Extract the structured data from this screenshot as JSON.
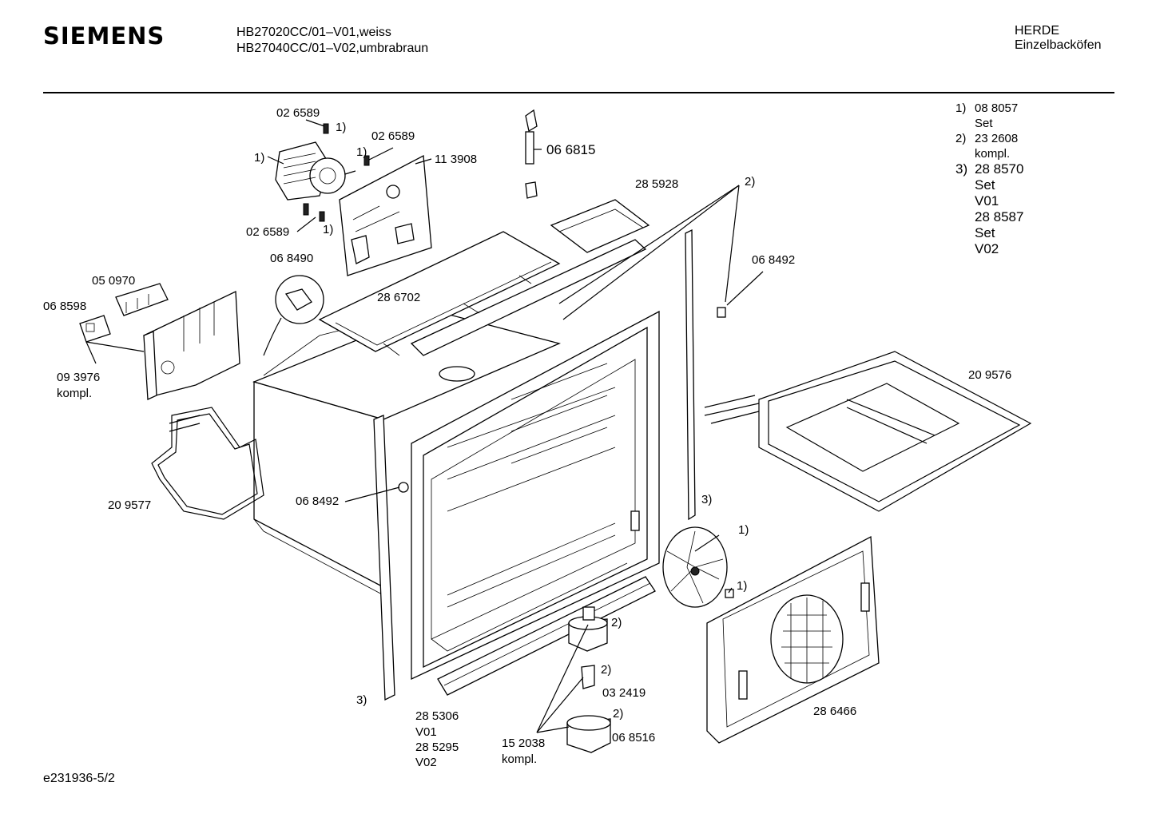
{
  "header": {
    "brand": "SIEMENS",
    "model_1": "HB27020CC/01–V01,weiss",
    "model_2": "HB27040CC/01–V02,umbrabraun",
    "category_1": "HERDE",
    "category_2": "Einzelbacköfen"
  },
  "notes": {
    "n1_num": "1)",
    "n1_part": "08 8057",
    "n1_desc": "Set",
    "n2_num": "2)",
    "n2_part": "23 2608",
    "n2_desc": "kompl.",
    "n3_num": "3)",
    "n3_part": "28 8570",
    "n3_desc1": "Set",
    "n3_desc2": "V01",
    "n3_part_b": "28 8587",
    "n3_desc3": "Set",
    "n3_desc4": "V02"
  },
  "labels": {
    "p026589_a": "02 6589",
    "p026589_b": "02 6589",
    "p026589_c": "02 6589",
    "p113908": "11 3908",
    "p066815": "06 6815",
    "p285928": "28 5928",
    "p068490": "06 8490",
    "p286702": "28 6702",
    "p050970": "05 0970",
    "p068598": "06 8598",
    "p093976": "09 3976",
    "kompl_a": "kompl.",
    "p068492_a": "06 8492",
    "p068492_b": "06 8492",
    "p209576": "20 9576",
    "p209577": "20 9577",
    "p286466": "28 6466",
    "p032419": "03 2419",
    "p068516": "06 8516",
    "p152038": "15 2038",
    "kompl_b": "kompl.",
    "p285306": "28 5306",
    "v01": "V01",
    "p285295": "28 5295",
    "v02": "V02",
    "ref1": "1)",
    "ref2": "2)",
    "ref3": "3)"
  },
  "footer": {
    "code": "e231936-5/2"
  }
}
